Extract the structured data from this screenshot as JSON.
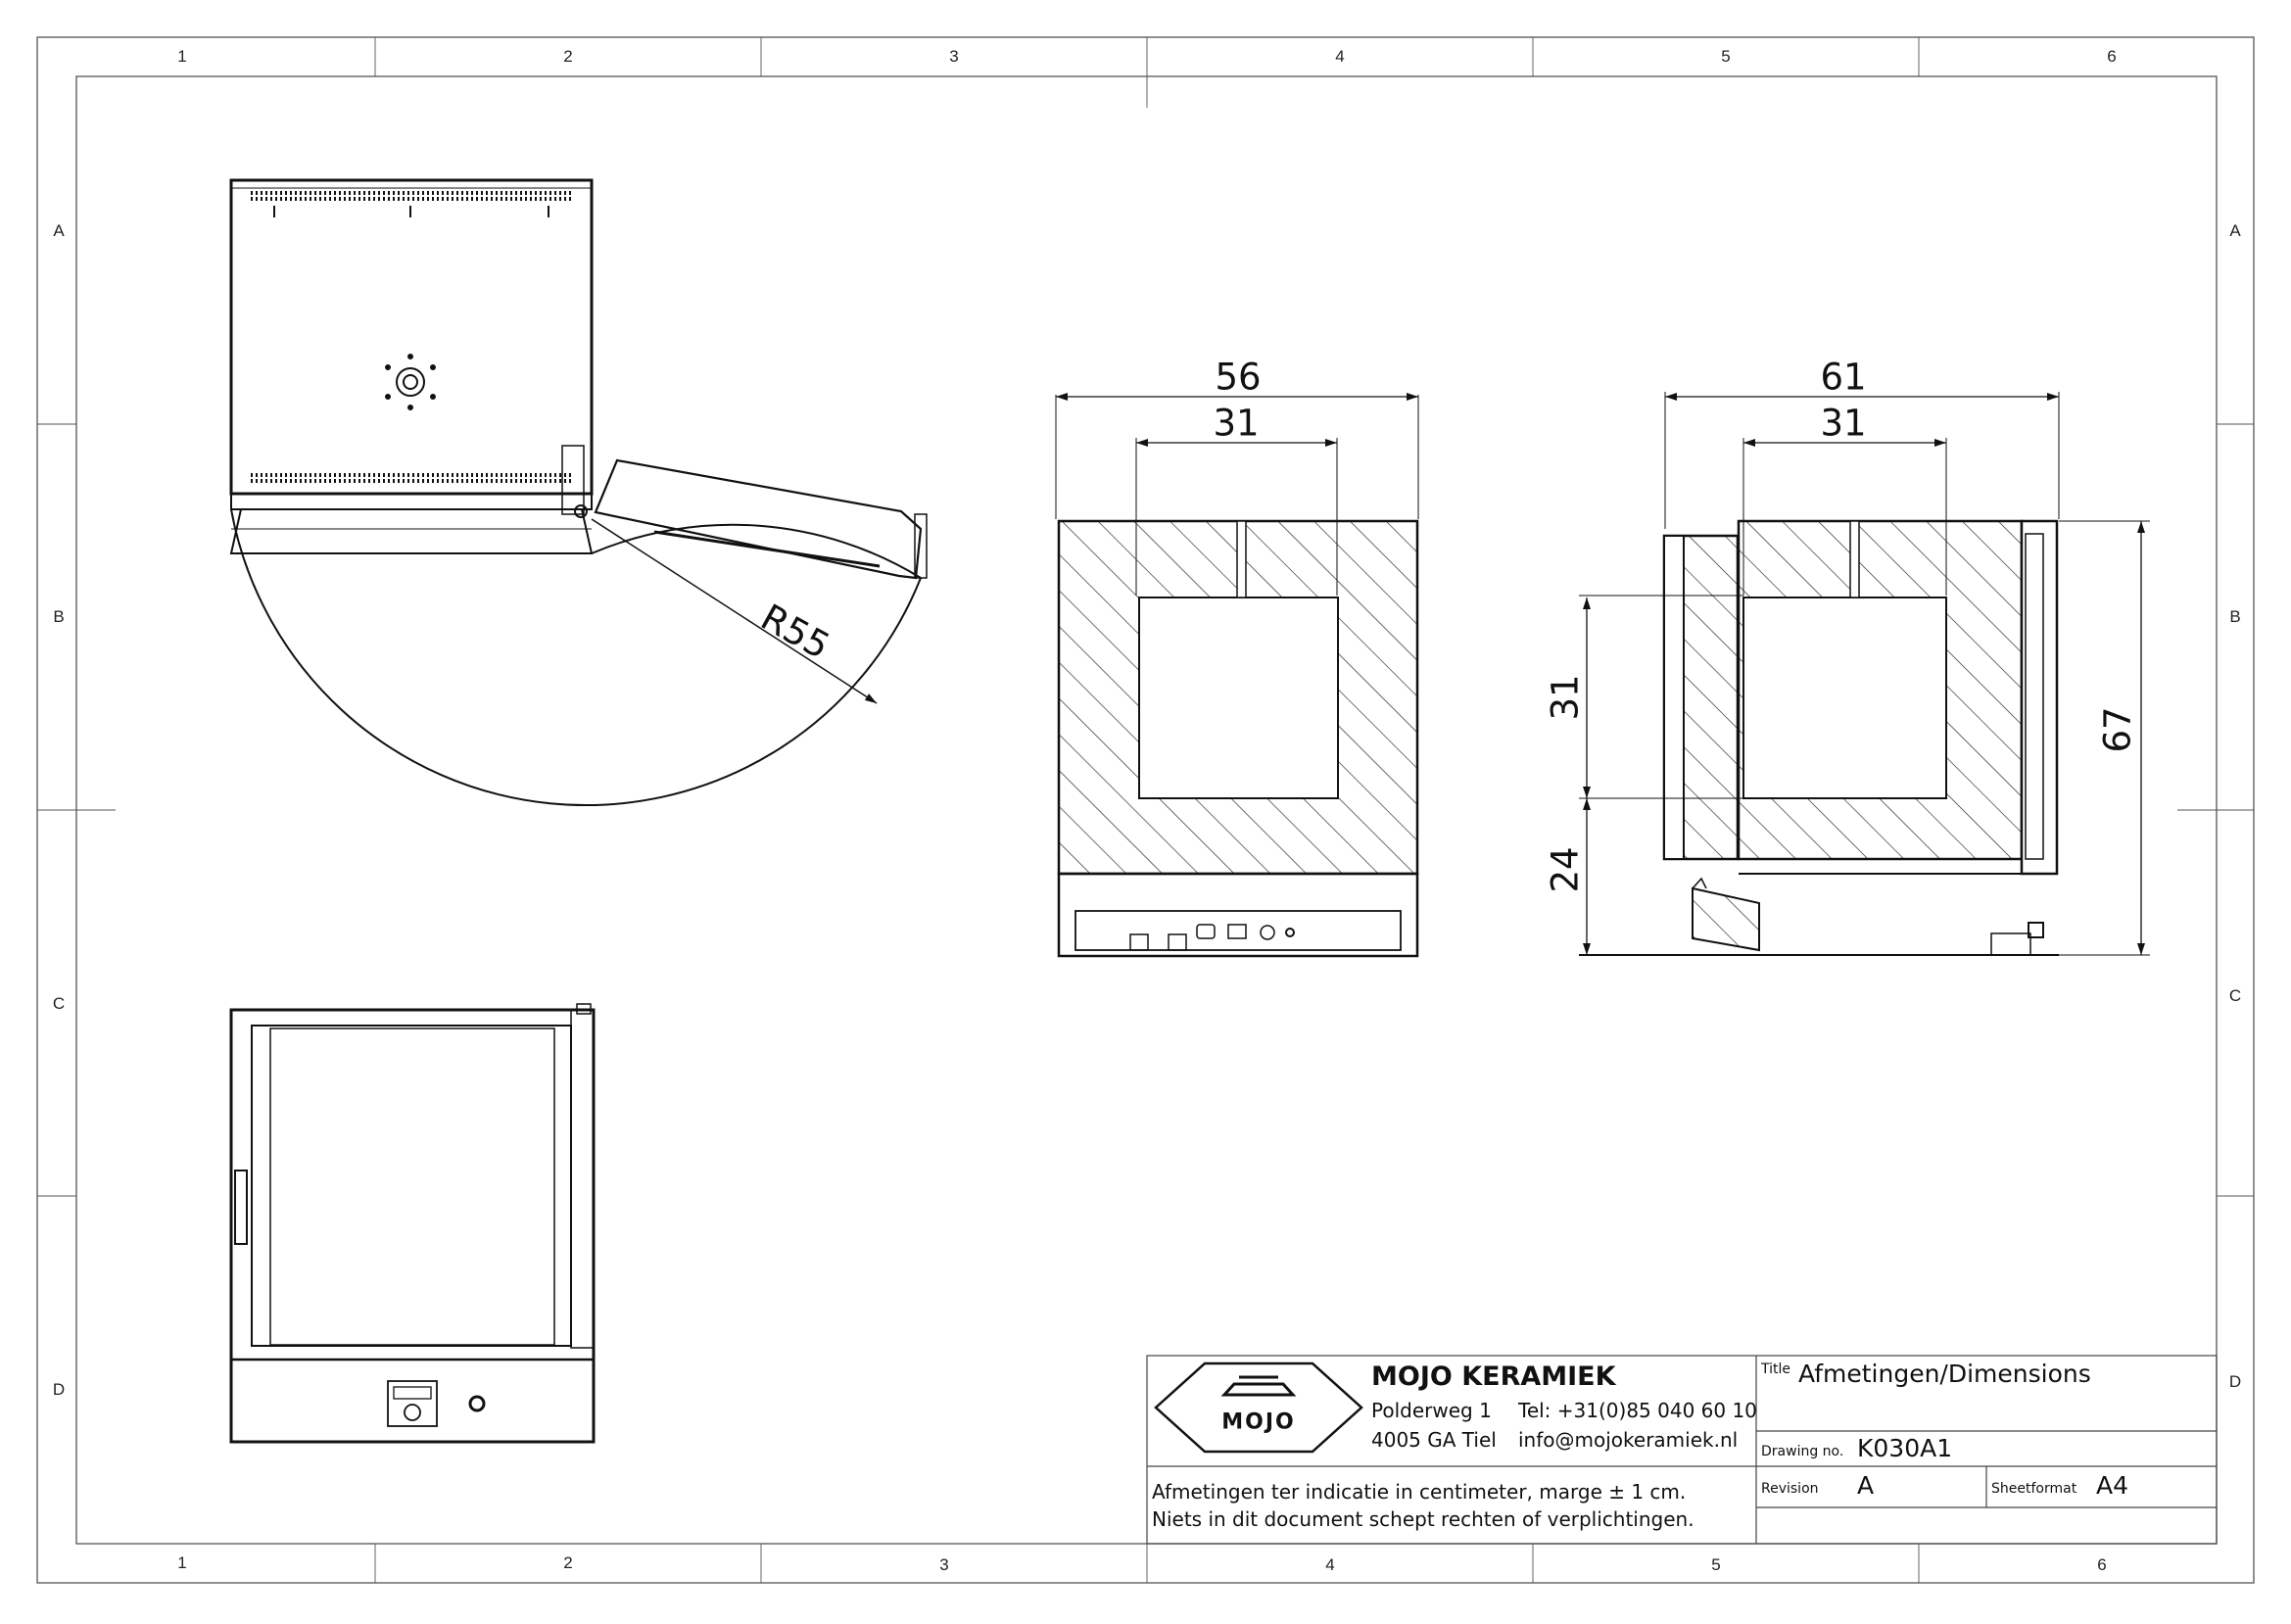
{
  "zones": {
    "columns": [
      "1",
      "2",
      "3",
      "4",
      "5",
      "6"
    ],
    "rows": [
      "A",
      "B",
      "C",
      "D"
    ]
  },
  "dimensions": {
    "front_outer_width": "56",
    "front_inner_width": "31",
    "side_outer_width": "61",
    "side_inner_width": "31",
    "side_inner_height": "31",
    "side_base_height": "24",
    "side_total_height": "67",
    "door_swing_radius": "R55"
  },
  "title_block": {
    "logo_text": "MOJO",
    "company": "MOJO KERAMIEK",
    "address_line1": "Polderweg 1",
    "address_line2": "4005 GA Tiel",
    "phone": "Tel: +31(0)85 040 60 10",
    "email": "info@mojokeramiek.nl",
    "title_label": "Title",
    "title_value": "Afmetingen/Dimensions",
    "drawing_no_label": "Drawing no.",
    "drawing_no_value": "K030A1",
    "revision_label": "Revision",
    "revision_value": "A",
    "sheetformat_label": "Sheetformat",
    "sheetformat_value": "A4",
    "note_line1": "Afmetingen ter indicatie in centimeter, marge ± 1 cm.",
    "note_line2": "Niets in dit document schept rechten of verplichtingen."
  },
  "colors": {
    "line": "#111111",
    "frame": "#555555"
  }
}
